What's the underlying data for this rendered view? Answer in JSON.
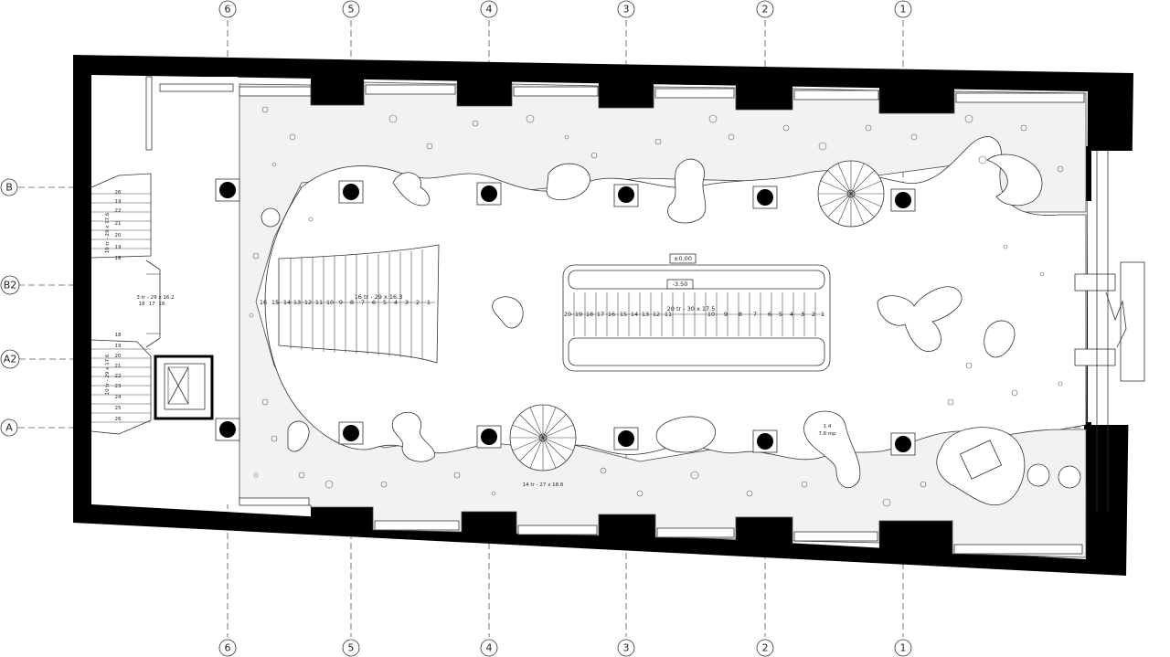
{
  "grid_axes_vertical": [
    "6",
    "5",
    "4",
    "3",
    "2",
    "1"
  ],
  "grid_axes_horizontal": [
    "B",
    "B2",
    "A2",
    "A"
  ],
  "levels": {
    "ground": "±0.00",
    "lower": "-3.50"
  },
  "stairs": {
    "main_stair_label": "16 tr - 29 x 16.3",
    "main_stair_steps": [
      "16",
      "15",
      "14",
      "13",
      "12",
      "11",
      "10",
      "9",
      "8",
      "7",
      "6",
      "5",
      "4",
      "3",
      "2",
      "1"
    ],
    "escalator_label": "20 tr - 30 x 17.5",
    "escalator_steps": [
      "20",
      "19",
      "18",
      "17",
      "16",
      "15",
      "14",
      "13",
      "12",
      "11",
      "10",
      "9",
      "8",
      "7",
      "6",
      "5",
      "4",
      "3",
      "2",
      "1"
    ],
    "landing_label": "3 tr - 29 x 16.2",
    "landing_steps": [
      "18",
      "17",
      "16"
    ],
    "side_stair_top_label": "10 tr - 29 x 17.6",
    "side_stair_top_steps": [
      "26",
      "19",
      "22",
      "21",
      "20",
      "19",
      "18"
    ],
    "side_stair_bottom_label": "10 tr - 29 x 17.6",
    "side_stair_bottom_steps": [
      "18",
      "19",
      "20",
      "21",
      "22",
      "23",
      "24",
      "25",
      "26"
    ],
    "spiral_label": "14 tr - 27 x 18.6"
  },
  "rooms": {
    "room_1": "1.4",
    "room_1_area": "7.8 mp"
  }
}
